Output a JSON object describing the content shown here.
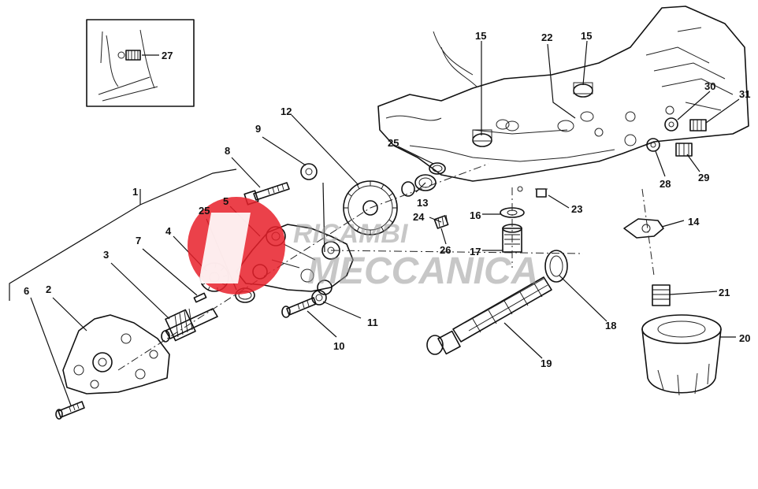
{
  "callouts": {
    "c1": "1",
    "c2": "2",
    "c3": "3",
    "c4": "4",
    "c5": "5",
    "c6": "6",
    "c7": "7",
    "c8": "8",
    "c9": "9",
    "c10": "10",
    "c11": "11",
    "c12": "12",
    "c13": "13",
    "c14": "14",
    "c15a": "15",
    "c15b": "15",
    "c16": "16",
    "c17": "17",
    "c18": "18",
    "c19": "19",
    "c20": "20",
    "c21": "21",
    "c22": "22",
    "c23": "23",
    "c24": "24",
    "c25a": "25",
    "c25b": "25",
    "c26": "26",
    "c27": "27",
    "c28": "28",
    "c29": "29",
    "c30": "30",
    "c31": "31"
  },
  "watermark": {
    "line1": "RICAMBI",
    "line2": "MECCANICA",
    "accent_color": "#e8202a"
  },
  "colors": {
    "ink": "#111111",
    "background": "#ffffff"
  }
}
